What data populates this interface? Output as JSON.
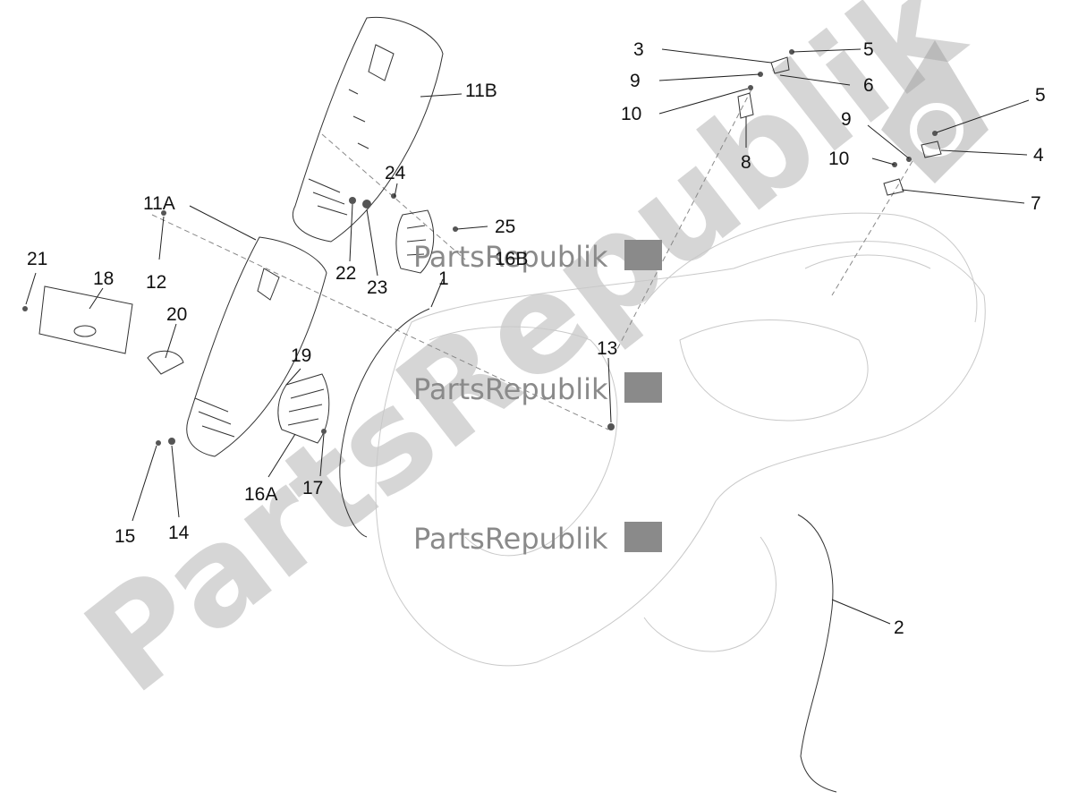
{
  "watermark": {
    "small_text": "PartsRepublik",
    "large_text": "PartsRepublik"
  },
  "callouts": {
    "c1": "1",
    "c2": "2",
    "c3": "3",
    "c4": "4",
    "c5a": "5",
    "c5b": "5",
    "c6": "6",
    "c7": "7",
    "c8": "8",
    "c9a": "9",
    "c9b": "9",
    "c10a": "10",
    "c10b": "10",
    "c11a": "11A",
    "c11b": "11B",
    "c12": "12",
    "c13": "13",
    "c14": "14",
    "c15": "15",
    "c16a": "16A",
    "c16b": "16B",
    "c17": "17",
    "c18": "18",
    "c19": "19",
    "c20": "20",
    "c21": "21",
    "c22": "22",
    "c23": "23",
    "c24": "24",
    "c25": "25"
  },
  "colors": {
    "line": "#222222",
    "ghost": "#c9c9c9",
    "watermark": "#b5b5b5",
    "logo_fill": "#8a8a8a"
  }
}
